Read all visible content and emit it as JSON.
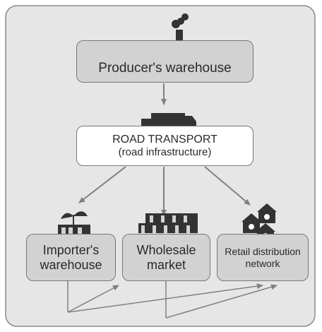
{
  "nodes": {
    "producer": {
      "label": "Producer's warehouse"
    },
    "road": {
      "title": "ROAD TRANSPORT",
      "subtitle": "(road infrastructure)"
    },
    "importer": {
      "line1": "Importer's",
      "line2": "warehouse"
    },
    "wholesale": {
      "line1": "Wholesale",
      "line2": "market"
    },
    "retail": {
      "line1": "Retail distribution",
      "line2": "network"
    }
  },
  "icons": {
    "producer": "factory-icon",
    "road": "trucks-icon",
    "importer": "warehouse-with-plant-icon",
    "wholesale": "market-stalls-icon",
    "retail": "shops-icon"
  },
  "colors": {
    "panel_bg": "#e6e6e6",
    "box_grey": "#d2d2d2",
    "box_white": "#ffffff",
    "arrow": "#808080",
    "icon": "#333333"
  }
}
